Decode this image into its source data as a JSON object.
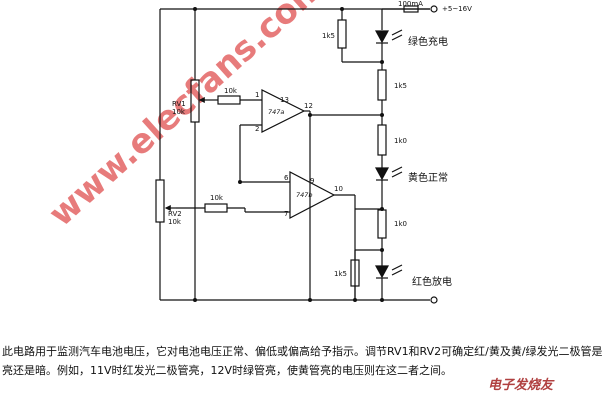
{
  "diagram": {
    "supply_label": "+5~16V",
    "fuse_label": "100mA",
    "watermark": "www.elecfans.com",
    "brand": "电子发烧友",
    "components": {
      "r_1k5_a": "1k5",
      "r_1k5_b": "1k5",
      "r_1k0": "1k0",
      "r_1k0_b": "1k0",
      "r_1k5_c": "1k5",
      "rv1_name": "RV1",
      "rv1_val": "10k",
      "rv2_name": "RV2",
      "rv2_val": "10k",
      "r_10k_a": "10k",
      "r_10k_b": "10k",
      "ic_a": "747a",
      "ic_b": "747b",
      "pin_1": "1",
      "pin_2": "2",
      "pin_13": "13",
      "pin_12": "12",
      "pin_6": "6",
      "pin_7": "7",
      "pin_9": "9",
      "pin_10": "10"
    },
    "leds": {
      "green": "绿色充电",
      "yellow": "黄色正常",
      "red": "红色放电"
    }
  },
  "caption": "此电路用于监测汽车电池电压，它对电池电压正常、偏低或偏高给予指示。调节RV1和RV2可确定红/黄及黄/绿发光二极管是亮还是暗。例如，11V时红发光二极管亮，12V时绿管亮，使黄管亮的电压则在这二者之间。"
}
